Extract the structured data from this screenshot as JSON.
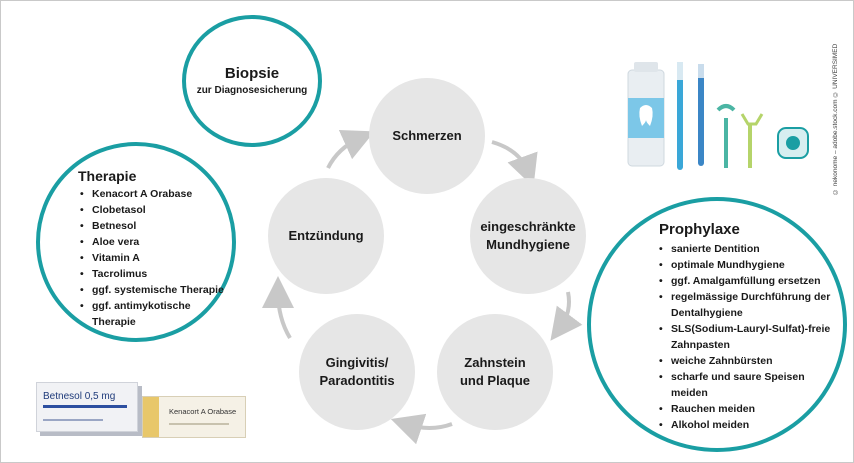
{
  "cycle": {
    "pain": "Schmerzen",
    "hygiene": "eingeschränkte\nMundhygiene",
    "plaque": "Zahnstein\nund Plaque",
    "gingivitis": "Gingivitis/\nParadontitis",
    "inflammation": "Entzündung"
  },
  "biopsy": {
    "title": "Biopsie",
    "subtitle": "zur Diagnosesicherung"
  },
  "therapy": {
    "title": "Therapie",
    "items": [
      "Kenacort A Orabase",
      "Clobetasol",
      "Betnesol",
      "Aloe vera",
      "Vitamin A",
      "Tacrolimus",
      "ggf. systemische Therapie",
      "ggf. antimykotische Therapie"
    ]
  },
  "prophylaxis": {
    "title": "Prophylaxe",
    "items": [
      "sanierte Dentition",
      "optimale Mundhygiene",
      "ggf. Amalgamfüllung ersetzen",
      "regelmässige Durchführung der Dentalhygiene",
      "SLS(Sodium-Lauryl-Sulfat)-freie Zahnpasten",
      "weiche Zahnbürsten",
      "scharfe und saure Speisen meiden",
      "Rauchen meiden",
      "Alkohol meiden"
    ]
  },
  "products": {
    "betnesol_label": "Betnesol 0,5 mg",
    "kenacort_label": "Kenacort A Orabase"
  },
  "credit": "© nekonome – adobe.stock.com   © UNIVERSIMED",
  "colors": {
    "teal": "#1a9ea3",
    "node": "#e6e6e6",
    "arrow": "#c8c8c8"
  }
}
